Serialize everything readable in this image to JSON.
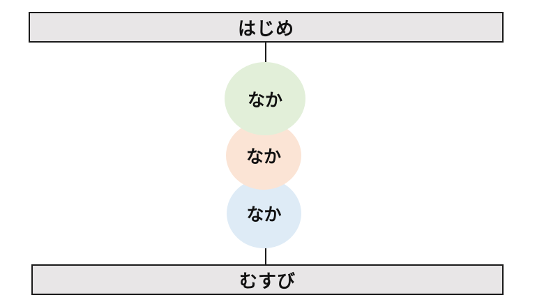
{
  "diagram": {
    "top_box": {
      "label": "はじめ",
      "fill": "#e8e6e7"
    },
    "middle_items": [
      {
        "label": "なか",
        "fill": "#e2efd9"
      },
      {
        "label": "なか",
        "fill": "#fbe4d5"
      },
      {
        "label": "なか",
        "fill": "#deebf6"
      }
    ],
    "bottom_box": {
      "label": "むすび",
      "fill": "#e8e6e7"
    },
    "line_color": "#1a1a1a"
  }
}
